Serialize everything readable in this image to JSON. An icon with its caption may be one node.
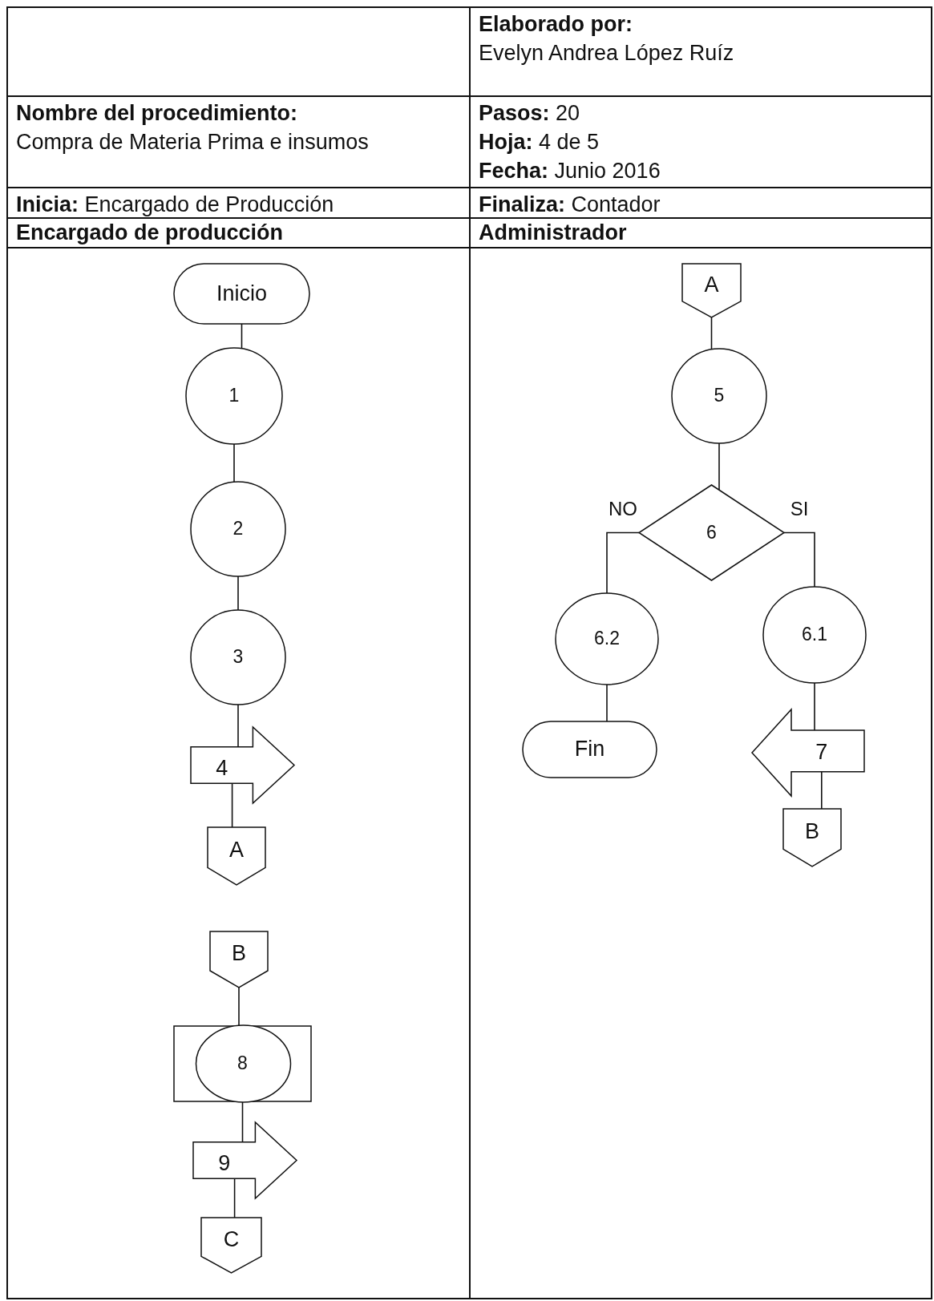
{
  "diagram": {
    "nodes": [
      {
        "text": [
          "Encargado de producción"
        ]
      },
      {
        "text": [
          "Administrador"
        ]
      },
      {
        "text": [
          "Inicio"
        ],
        "in": 0
      },
      {
        "text": [
          "1"
        ],
        "in": 0
      },
      {
        "text": [
          "2"
        ],
        "in": 0
      },
      {
        "text": [
          "3"
        ],
        "in": 0
      },
      {
        "text": [
          "4"
        ],
        "in": 0
      },
      {
        "text": [
          "A"
        ],
        "in": 0
      },
      {
        "text": [
          "B"
        ],
        "in": 0
      },
      {
        "text": [
          "8"
        ],
        "in": 0
      },
      {
        "text": [
          "9"
        ],
        "in": 0
      },
      {
        "text": [
          "C"
        ],
        "in": 0
      },
      {
        "text": [
          "A"
        ],
        "in": 1
      },
      {
        "text": [
          "5"
        ],
        "in": 1
      },
      {
        "text": [
          "6"
        ],
        "in": 1
      },
      {
        "text": [
          "6.2"
        ],
        "in": 1
      },
      {
        "text": [
          "6.1"
        ],
        "in": 1
      },
      {
        "text": [
          "Fin"
        ],
        "in": 1
      },
      {
        "text": [
          "7"
        ],
        "in": 1
      },
      {
        "text": [
          "B"
        ],
        "in": 1
      }
    ],
    "edges": [
      {
        "from": 2,
        "to": 3,
        "arrow": "none"
      },
      {
        "from": 3,
        "to": 4,
        "arrow": "none"
      },
      {
        "from": 4,
        "to": 5,
        "arrow": "none"
      },
      {
        "from": 5,
        "to": 6,
        "arrow": "none"
      },
      {
        "from": 6,
        "to": 7,
        "arrow": "none"
      },
      {
        "from": 8,
        "to": 9,
        "arrow": "none"
      },
      {
        "from": 9,
        "to": 10,
        "arrow": "none"
      },
      {
        "from": 10,
        "to": 11,
        "arrow": "none"
      },
      {
        "from": 12,
        "to": 13,
        "arrow": "none"
      },
      {
        "from": 13,
        "to": 14,
        "arrow": "none"
      },
      {
        "from": 14,
        "to": 15,
        "arrow": "none",
        "label": "NO"
      },
      {
        "from": 14,
        "to": 16,
        "arrow": "none",
        "label": "SI"
      },
      {
        "from": 15,
        "to": 17,
        "arrow": "none"
      },
      {
        "from": 16,
        "to": 18,
        "arrow": "none"
      },
      {
        "from": 18,
        "to": 19,
        "arrow": "none"
      }
    ],
    "labels": [
      "Elaborado por:",
      "Evelyn Andrea López Ruíz",
      "Nombre del procedimiento:",
      "Compra de Materia Prima e insumos",
      "**Pasos:** 20",
      "**Hoja:** 4 de 5",
      "**Fecha:** Junio 2016",
      "**Inicia:** Encargado de Producción",
      "**Finaliza:** Contador"
    ]
  }
}
